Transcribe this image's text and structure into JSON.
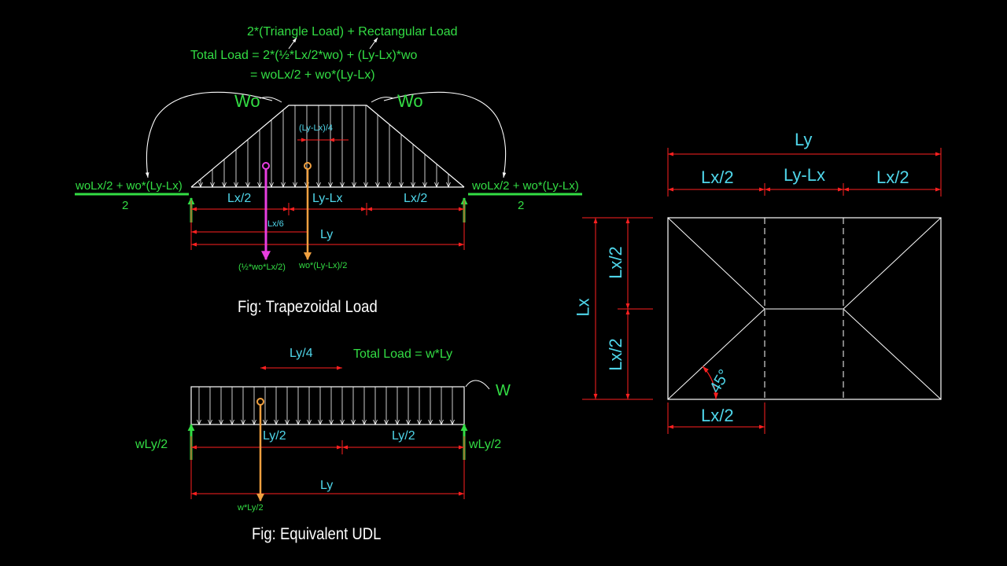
{
  "colors": {
    "background": "#000000",
    "load_green": "#33dd44",
    "dimension_cyan": "#4fd6ea",
    "dimension_red": "#ff2020",
    "resultant_magenta": "#e83ee0",
    "resultant_orange": "#f0a040",
    "structure_white": "#ffffff"
  },
  "trapezoidal": {
    "formula_line1": "2*(Triangle Load) + Rectangular Load",
    "formula_line2": "Total Load = 2*(½*Lx/2*wo) + (Ly-Lx)*wo",
    "formula_line3": "= woLx/2 + wo*(Ly-Lx)",
    "w0_left": "Wo",
    "w0_right": "Wo",
    "reaction_left_num": "woLx/2 + wo*(Ly-Lx)",
    "reaction_left_den": "2",
    "reaction_right_num": "woLx/2 + wo*(Ly-Lx)",
    "reaction_right_den": "2",
    "offset_dim": "(Ly-Lx)/4",
    "dim_left": "Lx/2",
    "dim_mid": "Ly-Lx",
    "dim_right": "Lx/2",
    "dim_lx6": "Lx/6",
    "dim_total": "Ly",
    "resultant_triangle": "(½*wo*Lx/2)",
    "resultant_rectangle": "wo*(Ly-Lx)/2",
    "caption": "Fig: Trapezoidal Load"
  },
  "udl": {
    "dim_ly4": "Ly/4",
    "total_load": "Total Load = w*Ly",
    "w_label": "W",
    "reaction_left": "wLy/2",
    "reaction_right": "wLy/2",
    "dim_half_left": "Ly/2",
    "dim_half_right": "Ly/2",
    "dim_total": "Ly",
    "resultant": "w*Ly/2",
    "caption": "Fig: Equivalent UDL"
  },
  "slab": {
    "dim_ly": "Ly",
    "dim_lx2_left": "Lx/2",
    "dim_ly_lx": "Ly-Lx",
    "dim_lx2_right": "Lx/2",
    "dim_lx": "Lx",
    "dim_lx2_upper": "Lx/2",
    "dim_lx2_lower": "Lx/2",
    "angle": "45°",
    "dim_lx2_bottom": "Lx/2"
  }
}
